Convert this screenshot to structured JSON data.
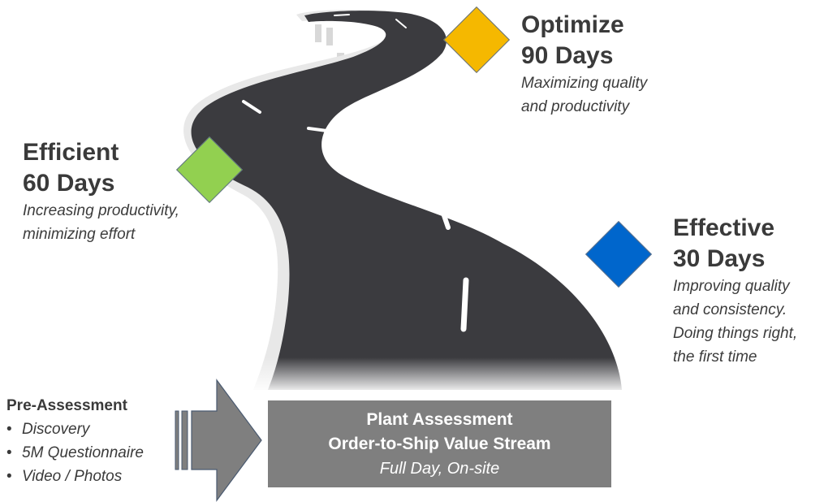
{
  "milestones": {
    "optimize": {
      "label": "Optimize",
      "days": "90 Days",
      "desc": [
        "Maximizing quality",
        "and productivity"
      ],
      "color": "#f5b800"
    },
    "efficient": {
      "label": "Efficient",
      "days": "60 Days",
      "desc": [
        "Increasing productivity,",
        "minimizing effort"
      ],
      "color": "#92d050"
    },
    "effective": {
      "label": "Effective",
      "days": "30 Days",
      "desc": [
        "Improving quality",
        "and consistency.",
        "Doing things right,",
        "the first time"
      ],
      "color": "#0066cc"
    }
  },
  "pre_assessment": {
    "title": "Pre-Assessment",
    "bullet": "•",
    "items": [
      "Discovery",
      "5M Questionnaire",
      "Video / Photos"
    ]
  },
  "plant_assessment": {
    "line1": "Plant Assessment",
    "line2": "Order-to-Ship Value Stream",
    "line3": "Full Day, On-site"
  },
  "colors": {
    "road": "#3b3b3f",
    "road_edge": "#e6e6e6",
    "arrow": "#7f7f7f",
    "box": "#7f7f7f"
  },
  "icons": {
    "road": "winding-road-image",
    "arrow": "striped-right-arrow"
  }
}
